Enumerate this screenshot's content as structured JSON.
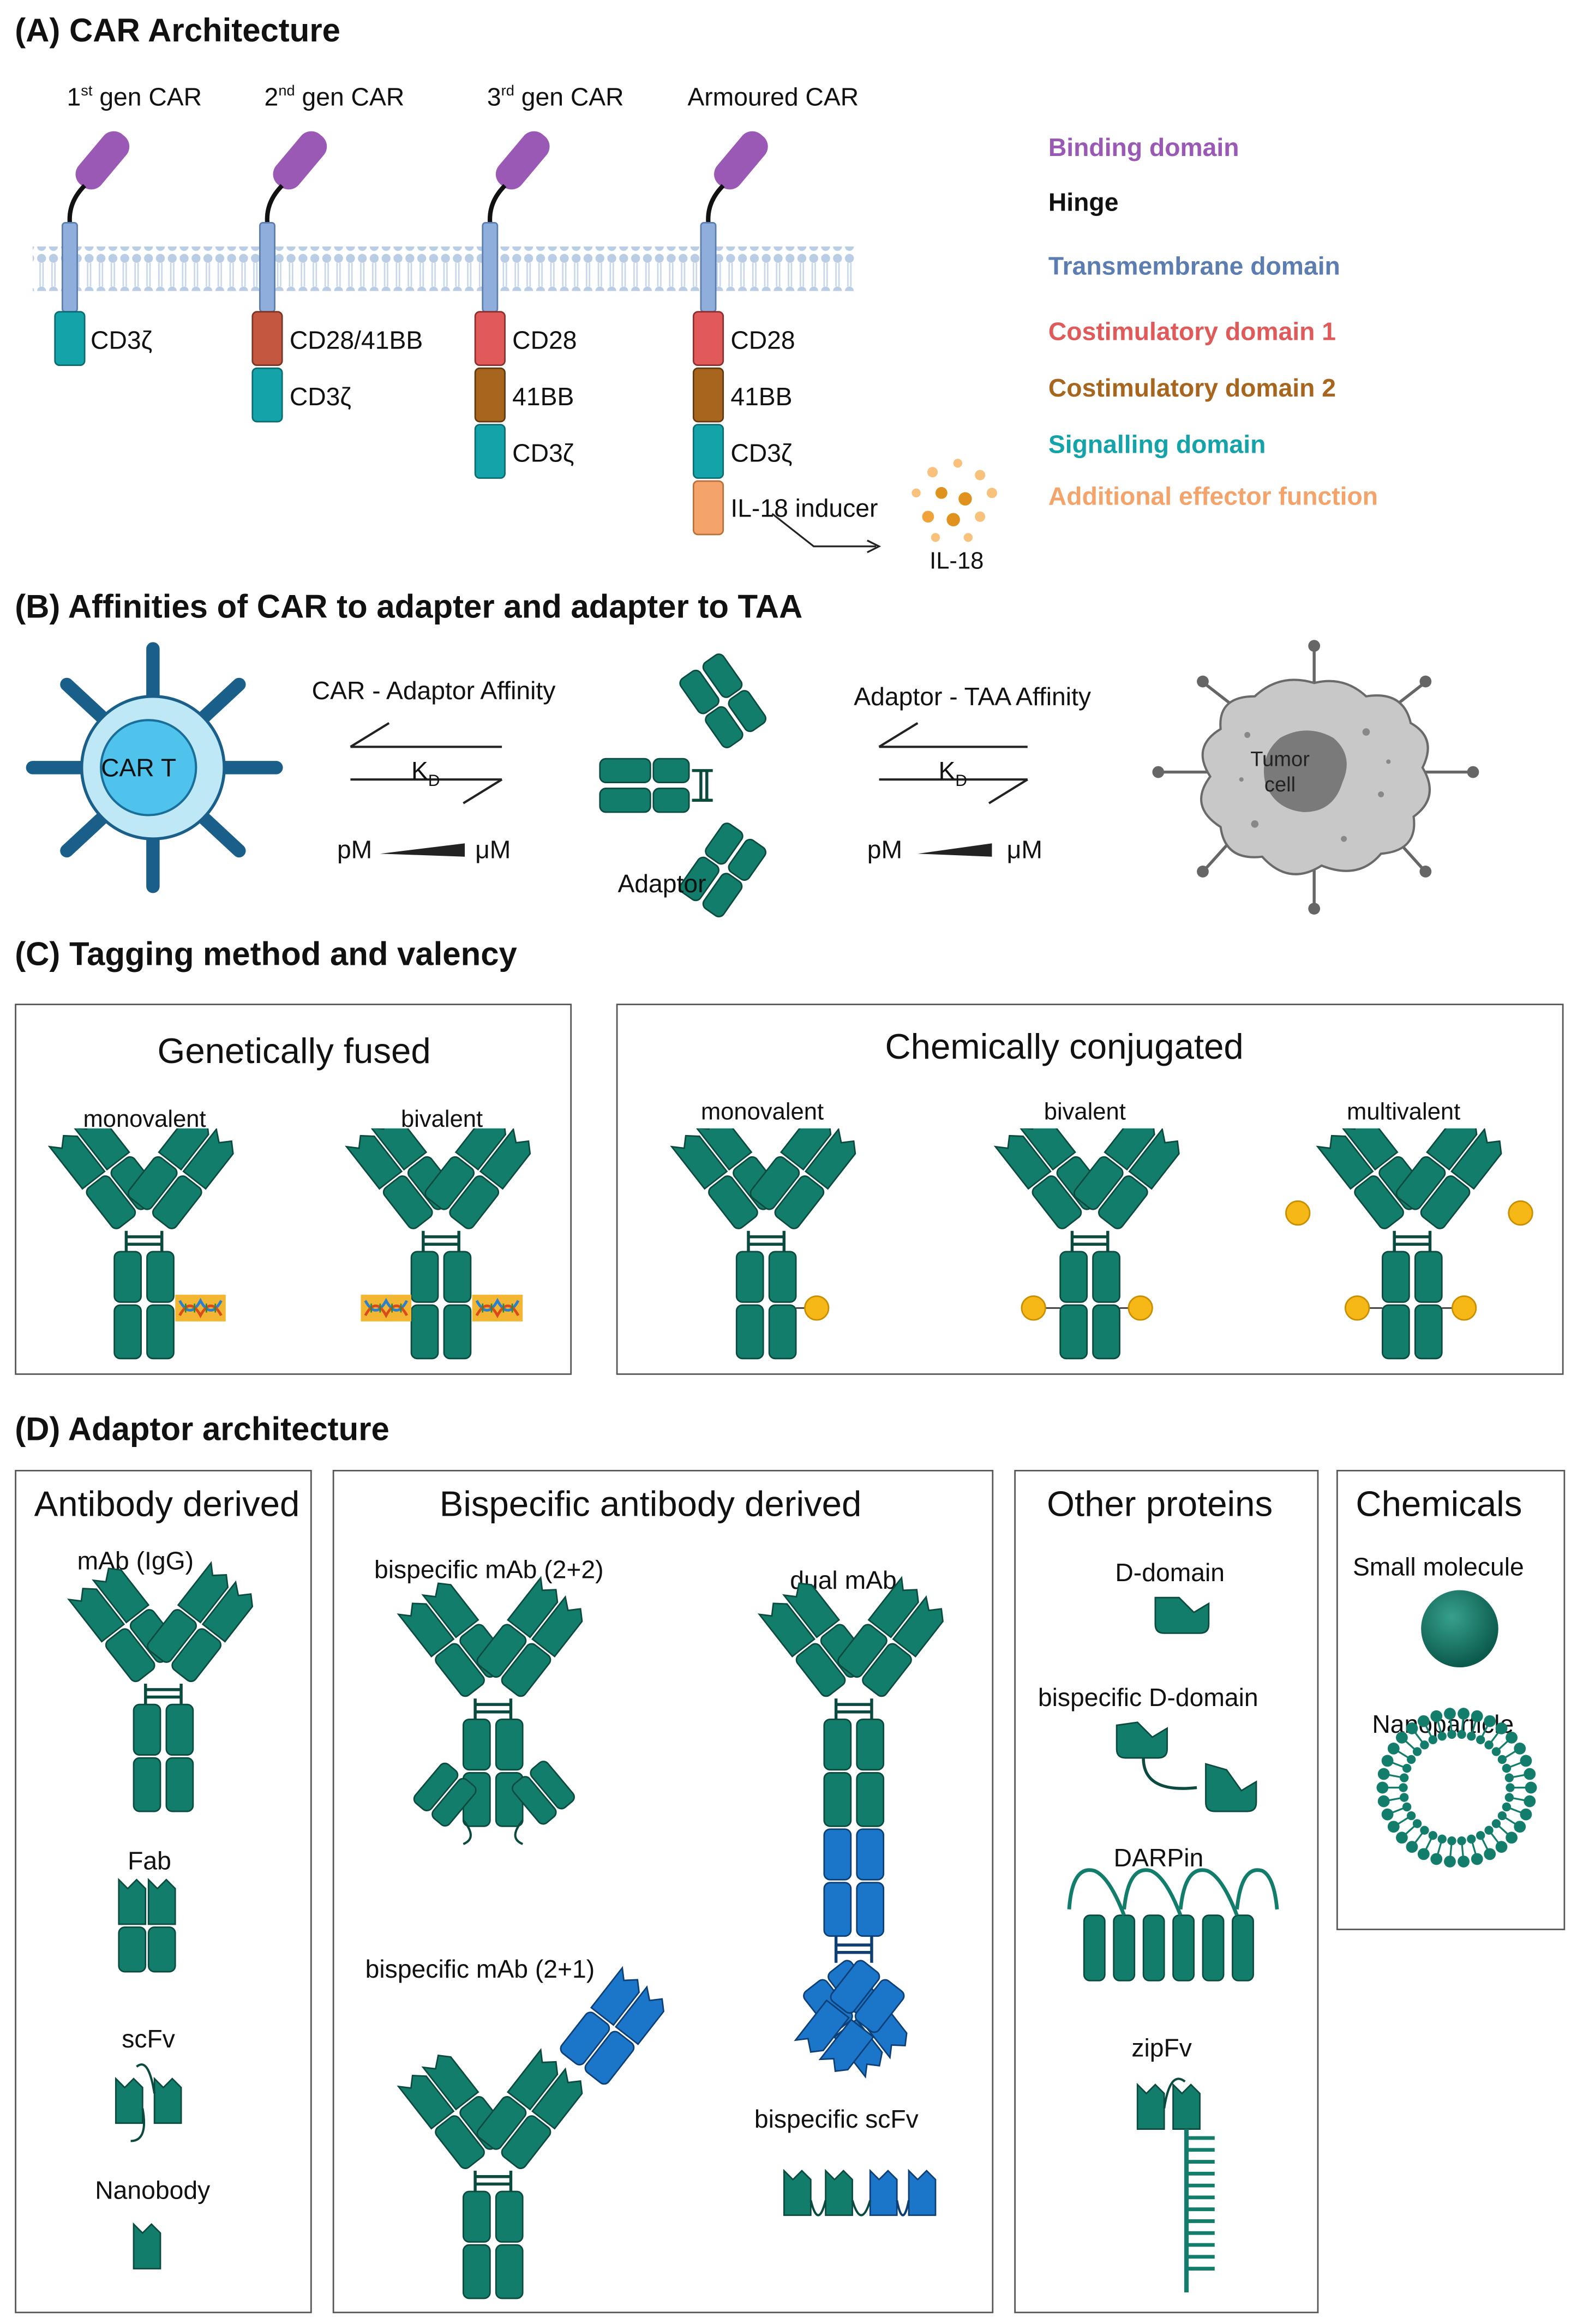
{
  "sections": {
    "a": "(A) CAR Architecture",
    "b": "(B) Affinities of CAR to adapter and adapter to TAA",
    "c": "(C) Tagging method and valency",
    "d": "(D) Adaptor architecture"
  },
  "car": {
    "gen1": {
      "pre": "1",
      "sup": "st",
      "post": " gen CAR"
    },
    "gen2": {
      "pre": "2",
      "sup": "nd",
      "post": " gen CAR"
    },
    "gen3": {
      "pre": "3",
      "sup": "rd",
      "post": " gen CAR"
    },
    "armoured": "Armoured CAR",
    "domains": {
      "cd3z": "CD3ζ",
      "cd28_41bb": "CD28/41BB",
      "cd28": "CD28",
      "bb41": "41BB",
      "il18_inducer": "IL-18 inducer",
      "il18": "IL-18"
    }
  },
  "legend": [
    {
      "label": "Binding domain",
      "color": "#9b59b6"
    },
    {
      "label": "Hinge",
      "color": "#111111"
    },
    {
      "label": "Transmembrane domain",
      "color": "#5b7db1"
    },
    {
      "label": "Costimulatory domain 1",
      "color": "#e05a5a"
    },
    {
      "label": "Costimulatory domain 2",
      "color": "#a8651e"
    },
    {
      "label": "Signalling domain",
      "color": "#14a3a8"
    },
    {
      "label": "Additional effector function",
      "color": "#f4a46b"
    }
  ],
  "affinity": {
    "cart": "CAR T",
    "car_adaptor": "CAR - Adaptor Affinity",
    "adaptor_taa": "Adaptor - TAA Affinity",
    "kd": "K",
    "kd_sub": "D",
    "pm": "pM",
    "um": "μM",
    "adaptor": "Adaptor",
    "tumor1": "Tumor",
    "tumor2": "cell"
  },
  "tagging": {
    "genetic": "Genetically fused",
    "chemical": "Chemically conjugated",
    "monovalent": "monovalent",
    "bivalent": "bivalent",
    "multivalent": "multivalent"
  },
  "adaptor_arch": {
    "antibody": "Antibody derived",
    "mab": "mAb (IgG)",
    "fab": "Fab",
    "scfv": "scFv",
    "nanobody": "Nanobody",
    "bispecific": "Bispecific antibody derived",
    "bs22": "bispecific mAb (2+2)",
    "dual": "dual mAb",
    "bs21": "bispecific mAb (2+1)",
    "bsscfv": "bispecific scFv",
    "other": "Other proteins",
    "ddomain": "D-domain",
    "bsd": "bispecific D-domain",
    "darpin": "DARPin",
    "zipfv": "zipFv",
    "chemicals": "Chemicals",
    "small": "Small molecule",
    "nano": "Nanoparticle"
  },
  "colors": {
    "teal": "#137d6b",
    "blue": "#1b75c9",
    "gold": "#f6b817"
  }
}
